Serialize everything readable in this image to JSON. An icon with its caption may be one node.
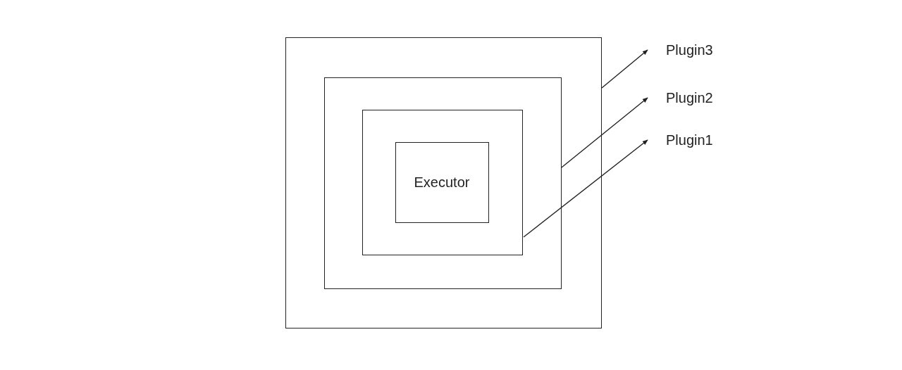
{
  "diagram": {
    "nodes": [
      {
        "text": [],
        "shape": "box"
      },
      {
        "text": [],
        "shape": "box",
        "in": 0
      },
      {
        "text": [],
        "shape": "box",
        "in": 1
      },
      {
        "text": [
          "Executor"
        ],
        "in": 2
      },
      {
        "text": [
          "Plugin3"
        ]
      },
      {
        "text": [
          "Plugin2"
        ]
      },
      {
        "text": [
          "Plugin1"
        ]
      }
    ],
    "edges": [
      {
        "from": 0,
        "to": 4,
        "arrow": "to"
      },
      {
        "from": 1,
        "to": 5,
        "arrow": "to"
      },
      {
        "from": 2,
        "to": 6,
        "arrow": "to"
      }
    ]
  }
}
